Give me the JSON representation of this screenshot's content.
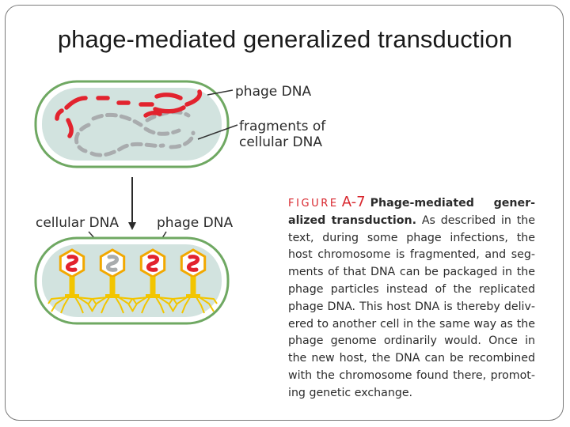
{
  "title": "phage-mediated generalized transduction",
  "labels": {
    "phage_dna_top": "phage DNA",
    "fragments_line1": "fragments of",
    "fragments_line2": "cellular DNA",
    "cellular_dna": "cellular DNA",
    "phage_dna_bottom": "phage DNA"
  },
  "caption": {
    "figure_word": "FIGURE",
    "figure_number": "A-7",
    "heading": "Phage-mediated gener­alized transduction.",
    "body": "As described in the text, during some phage infections, the host chromosome is fragmented, and seg­ments of that DNA can be packaged in the phage particles instead of the replicated phage DNA. This host DNA is thereby deliv­ered to another cell in the same way as the phage genome ordinarily would. Once in the new host, the DNA can be recombined with the chromosome found there, promot­ing genetic exchange."
  },
  "colors": {
    "phage_dna": "#e2232e",
    "cellular_dna": "#a9acae",
    "cell_fill": "#d2e3df",
    "cell_border": "#7bb46a",
    "phage_head": "#f2a800",
    "phage_tail": "#f2c500",
    "accent": "#d8262d"
  },
  "phages": [
    {
      "cargo": "phage-dna"
    },
    {
      "cargo": "cellular-dna"
    },
    {
      "cargo": "phage-dna"
    },
    {
      "cargo": "phage-dna"
    }
  ]
}
